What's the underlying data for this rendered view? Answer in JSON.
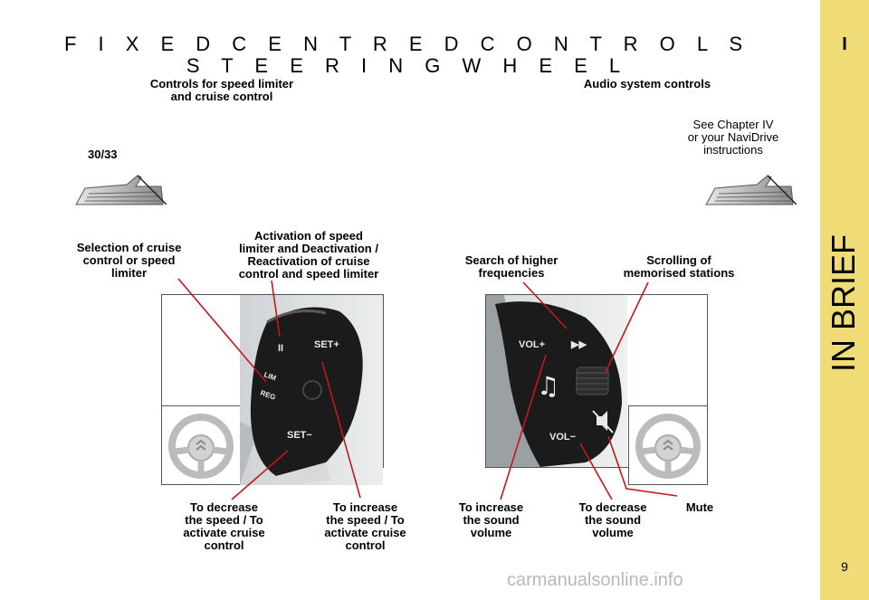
{
  "title_line1": "F I X E D   C E N T R E D   C O N T R O L S",
  "title_line2": "S T E E R I N G   W H E E L",
  "left_section": {
    "heading": "Controls for speed limiter\nand cruise control",
    "page_ref": "30/33",
    "labels": {
      "selection": "Selection of cruise\ncontrol or speed\nlimiter",
      "activation": "Activation of speed\nlimiter and Deactivation /\nReactivation of cruise\ncontrol and speed limiter",
      "decrease": "To decrease\nthe speed / To\nactivate cruise\ncontrol",
      "increase": "To increase\nthe speed / To\nactivate cruise\ncontrol"
    },
    "buttons": {
      "pause": "II",
      "lim": "LIM",
      "reg": "REG",
      "set_plus": "SET+",
      "set_minus": "SET−"
    }
  },
  "right_section": {
    "heading": "Audio system controls",
    "note": "See Chapter IV\nor your NaviDrive\ninstructions",
    "labels": {
      "search": "Search of higher\nfrequencies",
      "scrolling": "Scrolling of\nmemorised stations",
      "vol_up": "To increase\nthe sound\nvolume",
      "vol_down": "To decrease\nthe sound\nvolume",
      "mute": "Mute"
    },
    "buttons": {
      "vol_plus": "VOL+",
      "vol_minus": "VOL−",
      "seek": "▶▶"
    }
  },
  "sidebar": {
    "chapter": "I",
    "vertical_text": "IN BRIEF",
    "page_number": "9"
  },
  "watermark": "carmanualsonline.info",
  "colors": {
    "sidebar": "#f0dc76",
    "leader_line": "#c4161c",
    "stalk": "#1b1b1b"
  }
}
